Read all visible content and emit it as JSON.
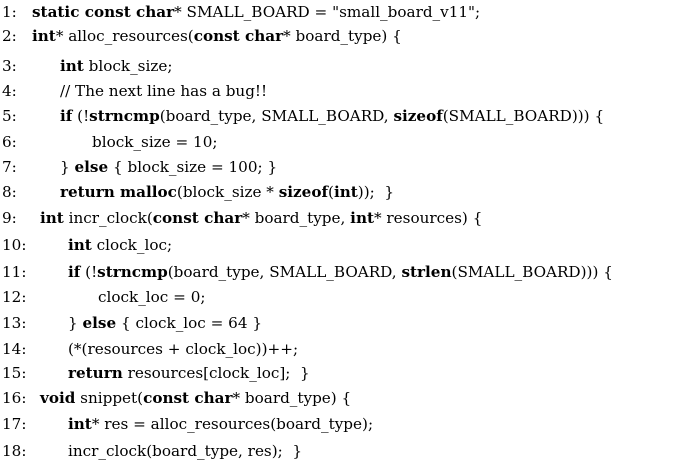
{
  "lines": [
    {
      "num": "1:",
      "indent": 0,
      "tokens": [
        {
          "t": "static const char",
          "kw": true
        },
        {
          "t": "* SMALL_BOARD = \"small_board_v11\";"
        }
      ]
    },
    {
      "num": "2:",
      "indent": 0,
      "tokens": [
        {
          "t": "int",
          "kw": true
        },
        {
          "t": "* alloc_resources("
        },
        {
          "t": "const char",
          "kw": true
        },
        {
          "t": "* board_type) {"
        }
      ]
    },
    {
      "num": "3:",
      "indent": 1,
      "tokens": [
        {
          "t": "int",
          "kw": true
        },
        {
          "t": " block_size;"
        }
      ]
    },
    {
      "num": "4:",
      "indent": 1,
      "tokens": [
        {
          "t": "// The next line has a bug!!"
        }
      ]
    },
    {
      "num": "5:",
      "indent": 1,
      "tokens": [
        {
          "t": "if",
          "kw": true
        },
        {
          "t": " (!"
        },
        {
          "t": "strncmp",
          "kw": true
        },
        {
          "t": "(board_type, SMALL_BOARD, "
        },
        {
          "t": "sizeof",
          "kw": true
        },
        {
          "t": "(SMALL_BOARD))) {"
        }
      ]
    },
    {
      "num": "6:",
      "indent": 2,
      "tokens": [
        {
          "t": "block_size = 10;"
        }
      ]
    },
    {
      "num": "7:",
      "indent": 1,
      "tokens": [
        {
          "t": "} "
        },
        {
          "t": "else",
          "kw": true
        },
        {
          "t": " { block_size = 100; }"
        }
      ]
    },
    {
      "num": "8:",
      "indent": 1,
      "tokens": [
        {
          "t": "return malloc",
          "kw": true
        },
        {
          "t": "(block_size * "
        },
        {
          "t": "sizeof",
          "kw": true
        },
        {
          "t": "("
        },
        {
          "t": "int",
          "kw": true
        },
        {
          "t": "));  }"
        }
      ]
    },
    {
      "num": "9:",
      "indent": 0,
      "tokens": [
        {
          "t": "int",
          "kw": true
        },
        {
          "t": " incr_clock("
        },
        {
          "t": "const char",
          "kw": true
        },
        {
          "t": "* board_type, "
        },
        {
          "t": "int",
          "kw": true
        },
        {
          "t": "* resources) {"
        }
      ]
    },
    {
      "num": "10:",
      "indent": 1,
      "tokens": [
        {
          "t": "int",
          "kw": true
        },
        {
          "t": " clock_loc;"
        }
      ]
    },
    {
      "num": "11:",
      "indent": 1,
      "tokens": [
        {
          "t": "if",
          "kw": true
        },
        {
          "t": " (!"
        },
        {
          "t": "strncmp",
          "kw": true
        },
        {
          "t": "(board_type, SMALL_BOARD, "
        },
        {
          "t": "strlen",
          "kw": true
        },
        {
          "t": "(SMALL_BOARD))) {"
        }
      ]
    },
    {
      "num": "12:",
      "indent": 2,
      "tokens": [
        {
          "t": "clock_loc = 0;"
        }
      ]
    },
    {
      "num": "13:",
      "indent": 1,
      "tokens": [
        {
          "t": "} "
        },
        {
          "t": "else",
          "kw": true
        },
        {
          "t": " { clock_loc = 64 }"
        }
      ]
    },
    {
      "num": "14:",
      "indent": 1,
      "tokens": [
        {
          "t": "(*(resources + clock_loc))++;"
        }
      ]
    },
    {
      "num": "15:",
      "indent": 1,
      "tokens": [
        {
          "t": "return",
          "kw": true
        },
        {
          "t": " resources[clock_loc];  }"
        }
      ]
    },
    {
      "num": "16:",
      "indent": 0,
      "tokens": [
        {
          "t": "void",
          "kw": true
        },
        {
          "t": " snippet("
        },
        {
          "t": "const char",
          "kw": true
        },
        {
          "t": "* board_type) {"
        }
      ]
    },
    {
      "num": "17:",
      "indent": 1,
      "tokens": [
        {
          "t": "int",
          "kw": true
        },
        {
          "t": "* res = alloc_resources(board_type);"
        }
      ]
    },
    {
      "num": "18:",
      "indent": 1,
      "tokens": [
        {
          "t": "incr_clock(board_type, res);  }"
        }
      ]
    }
  ]
}
